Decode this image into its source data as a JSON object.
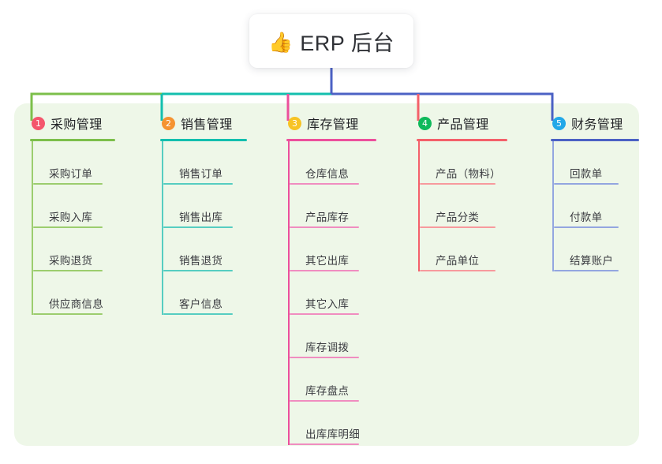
{
  "root": {
    "icon": "thumbs-up-emoji",
    "emoji": "👍",
    "title": "ERP 后台"
  },
  "panel": {
    "background": "#eef7e8"
  },
  "chart_data": {
    "type": "tree",
    "title": "ERP 后台",
    "orientation": "top-down",
    "levels": 3,
    "root_children": 5
  },
  "columns": [
    {
      "index": "1",
      "title": "采购管理",
      "badge_color": "#f4566c",
      "rule_color": "#7cbf4a",
      "leaf_rule_color": "#9ccd6e",
      "rail_color": "#9ccd6e",
      "connector_color": "#7cbf4a",
      "leaves": [
        {
          "label": "采购订单"
        },
        {
          "label": "采购入库"
        },
        {
          "label": "采购退货"
        },
        {
          "label": "供应商信息"
        }
      ]
    },
    {
      "index": "2",
      "title": "销售管理",
      "badge_color": "#f59331",
      "rule_color": "#13bfae",
      "leaf_rule_color": "#56cdc1",
      "rail_color": "#56cdc1",
      "connector_color": "#13bfae",
      "leaves": [
        {
          "label": "销售订单"
        },
        {
          "label": "销售出库"
        },
        {
          "label": "销售退货"
        },
        {
          "label": "客户信息"
        }
      ]
    },
    {
      "index": "3",
      "title": "库存管理",
      "badge_color": "#f7c325",
      "rule_color": "#ec4f9c",
      "leaf_rule_color": "#f08dc0",
      "rail_color": "#ec4f9c",
      "connector_color": "#ec4f9c",
      "leaves": [
        {
          "label": "仓库信息"
        },
        {
          "label": "产品库存"
        },
        {
          "label": "其它出库"
        },
        {
          "label": "其它入库"
        },
        {
          "label": "库存调拨"
        },
        {
          "label": "库存盘点"
        },
        {
          "label": "出库库明细"
        }
      ]
    },
    {
      "index": "4",
      "title": "产品管理",
      "badge_color": "#0fb95b",
      "rule_color": "#f4606a",
      "leaf_rule_color": "#f79a9d",
      "rail_color": "#f4606a",
      "connector_color": "#f4606a",
      "leaves": [
        {
          "label": "产品（物料）"
        },
        {
          "label": "产品分类"
        },
        {
          "label": "产品单位"
        }
      ]
    },
    {
      "index": "5",
      "title": "财务管理",
      "badge_color": "#22a8e8",
      "rule_color": "#4b61c4",
      "leaf_rule_color": "#93a6e0",
      "rail_color": "#93a6e0",
      "connector_color": "#4b61c4",
      "leaves": [
        {
          "label": "回款单"
        },
        {
          "label": "付款单"
        },
        {
          "label": "结算账户"
        }
      ]
    }
  ]
}
